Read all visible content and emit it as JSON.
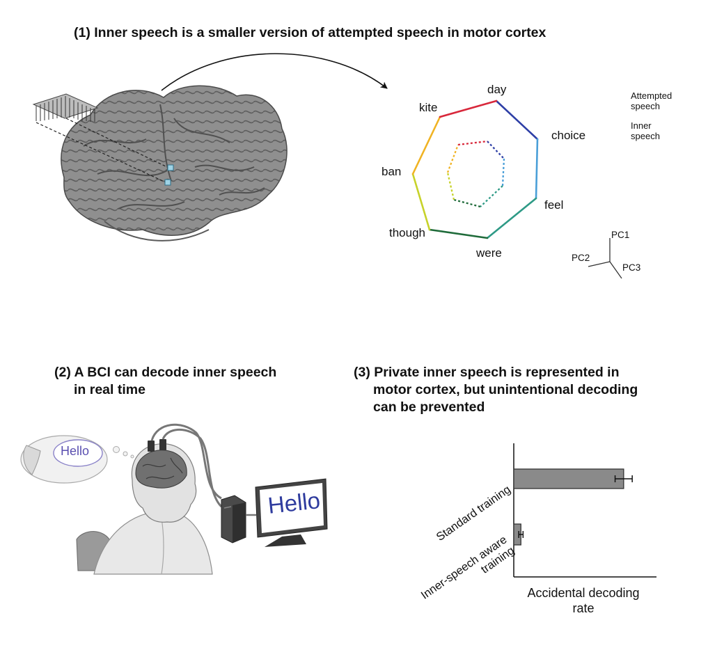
{
  "panel1": {
    "title": "(1) Inner speech is a smaller version of attempted speech in motor cortex",
    "words": [
      "day",
      "choice",
      "feel",
      "were",
      "though",
      "ban",
      "kite"
    ],
    "legend": {
      "attempted_line1": "Attempted",
      "attempted_line2": "speech",
      "inner_line1": "Inner",
      "inner_line2": "speech"
    },
    "axes": [
      "PC1",
      "PC2",
      "PC3"
    ],
    "polygon_colors": [
      "#2e3fa6",
      "#4a9fd8",
      "#2e9a86",
      "#1f6b3a",
      "#c7d22a",
      "#f0b323",
      "#d8283b"
    ]
  },
  "panel2": {
    "title_line1": "(2) A BCI can decode inner speech",
    "title_line2": "in real time",
    "thought_text": "Hello",
    "screen_text": "Hello"
  },
  "panel3": {
    "title_line1": "(3) Private inner speech is represented in",
    "title_line2": "motor cortex, but unintentional decoding",
    "title_line3": "can be prevented"
  },
  "chart_data": {
    "type": "bar",
    "orientation": "horizontal",
    "categories": [
      "Standard training",
      "Inner-speech aware training"
    ],
    "category_lines": [
      [
        "Standard training"
      ],
      [
        "Inner-speech aware",
        "training"
      ]
    ],
    "values": [
      0.77,
      0.05
    ],
    "errors": [
      0.06,
      0.015
    ],
    "xlim": [
      0,
      1
    ],
    "xlabel_line1": "Accidental decoding",
    "xlabel_line2": "rate",
    "bar_color": "#8a8a8a"
  }
}
